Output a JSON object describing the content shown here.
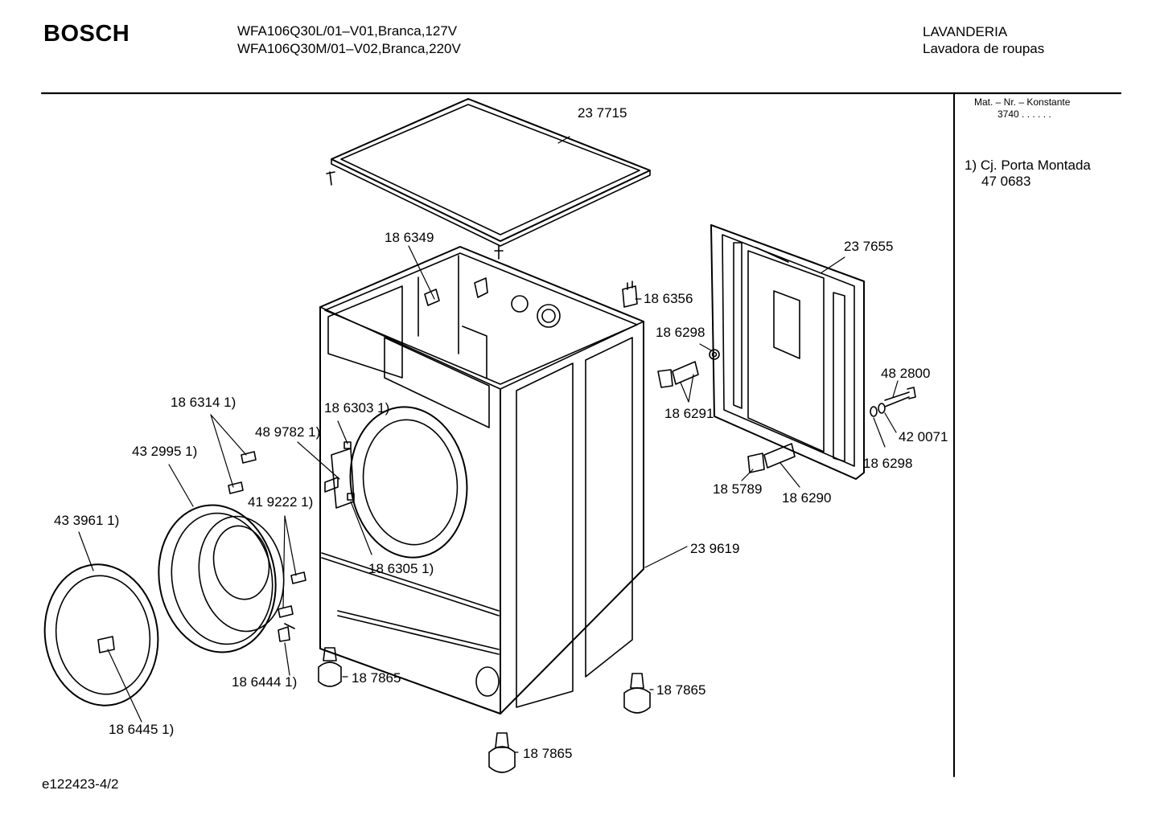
{
  "header": {
    "brand": "BOSCH",
    "models": [
      "WFA106Q30L/01–V01,Branca,127V",
      "WFA106Q30M/01–V02,Branca,220V"
    ],
    "category": "LAVANDERIA",
    "subcategory": "Lavadora de roupas"
  },
  "sidebar": {
    "matnr_label": "Mat. – Nr. – Konstante",
    "matnr_value": "3740  .  .    .  .  .  .",
    "note_line1": "1) Cj. Porta Montada",
    "note_line2": "47 0683"
  },
  "footer": {
    "doc_id": "e122423-4/2"
  },
  "parts": [
    {
      "id": "p237715",
      "label": "23 7715"
    },
    {
      "id": "p186349",
      "label": "18 6349"
    },
    {
      "id": "p237655",
      "label": "23 7655"
    },
    {
      "id": "p186356",
      "label": "18 6356"
    },
    {
      "id": "p186298a",
      "label": "18 6298"
    },
    {
      "id": "p186291",
      "label": "18 6291"
    },
    {
      "id": "p482800",
      "label": "48 2800"
    },
    {
      "id": "p420071",
      "label": "42 0071"
    },
    {
      "id": "p186298b",
      "label": "18 6298"
    },
    {
      "id": "p185789",
      "label": "18 5789"
    },
    {
      "id": "p186290",
      "label": "18 6290"
    },
    {
      "id": "p239619",
      "label": "23 9619"
    },
    {
      "id": "p186314",
      "label": "18 6314 1)"
    },
    {
      "id": "p186303",
      "label": "18 6303 1)"
    },
    {
      "id": "p489782",
      "label": "48 9782 1)"
    },
    {
      "id": "p432995",
      "label": "43 2995 1)"
    },
    {
      "id": "p419222",
      "label": "41 9222 1)"
    },
    {
      "id": "p433961",
      "label": "43 3961 1)"
    },
    {
      "id": "p186305",
      "label": "18 6305 1)"
    },
    {
      "id": "p186444",
      "label": "18 6444 1)"
    },
    {
      "id": "p187865a",
      "label": "18 7865"
    },
    {
      "id": "p187865b",
      "label": "18 7865"
    },
    {
      "id": "p187865c",
      "label": "18 7865"
    },
    {
      "id": "p186445",
      "label": "18 6445 1)"
    }
  ],
  "colors": {
    "line": "#000000",
    "background": "#ffffff"
  }
}
